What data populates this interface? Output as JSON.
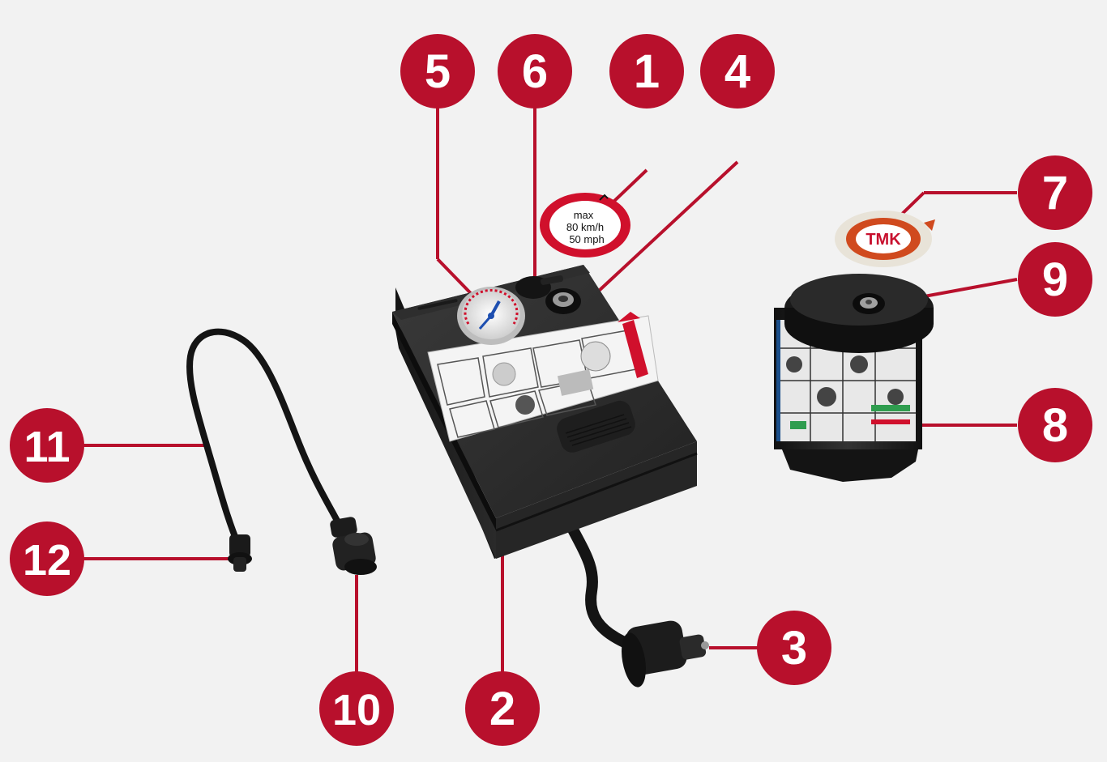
{
  "colors": {
    "background": "#f2f2f2",
    "callout": "#b8102c",
    "callout_line": "#b8102c",
    "device_dark": "#1f1f1f",
    "device_mid": "#2b2b2b",
    "label_red": "#c8102e"
  },
  "speed_label": {
    "line1": "max",
    "line2": "80 km/h",
    "line3": "50 mph"
  },
  "sticker": {
    "text": "TMK"
  },
  "callouts": [
    {
      "id": "1",
      "label": "1"
    },
    {
      "id": "2",
      "label": "2"
    },
    {
      "id": "3",
      "label": "3"
    },
    {
      "id": "4",
      "label": "4"
    },
    {
      "id": "5",
      "label": "5"
    },
    {
      "id": "6",
      "label": "6"
    },
    {
      "id": "7",
      "label": "7"
    },
    {
      "id": "8",
      "label": "8"
    },
    {
      "id": "9",
      "label": "9"
    },
    {
      "id": "10",
      "label": "10"
    },
    {
      "id": "11",
      "label": "11"
    },
    {
      "id": "12",
      "label": "12"
    }
  ]
}
